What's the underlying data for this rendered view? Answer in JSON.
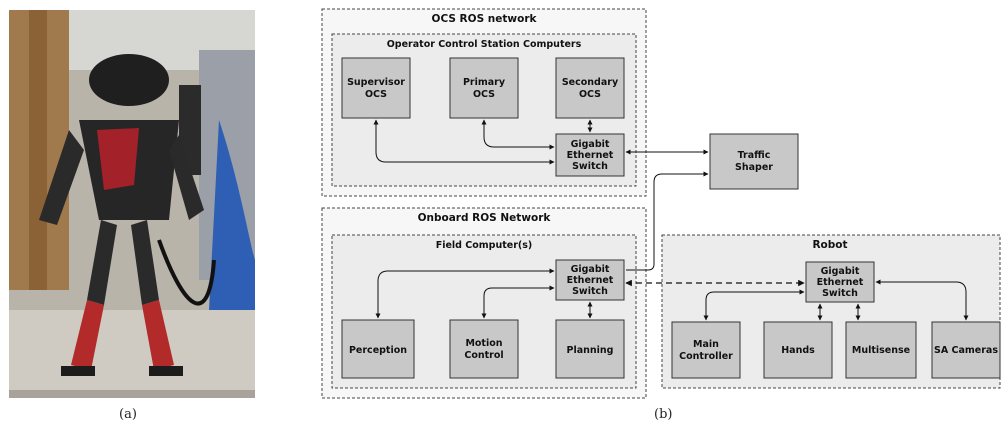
{
  "captions": {
    "a": "(a)",
    "b": "(b)"
  },
  "photo": {
    "icon": "robot-photo"
  },
  "groups": {
    "ocs_ros": "OCS ROS network",
    "ocs_computers": "Operator Control Station Computers",
    "onboard_ros": "Onboard ROS Network",
    "field_computers": "Field Computer(s)",
    "robot": "Robot"
  },
  "nodes": {
    "supervisor": [
      "Supervisor",
      "OCS"
    ],
    "primary": [
      "Primary",
      "OCS"
    ],
    "secondary": [
      "Secondary",
      "OCS"
    ],
    "ocs_switch": [
      "Gigabit",
      "Ethernet",
      "Switch"
    ],
    "traffic_shaper": [
      "Traffic",
      "Shaper"
    ],
    "field_switch": [
      "Gigabit",
      "Ethernet",
      "Switch"
    ],
    "perception": [
      "Perception"
    ],
    "motion": [
      "Motion",
      "Control"
    ],
    "planning": [
      "Planning"
    ],
    "robot_switch": [
      "Gigabit",
      "Ethernet",
      "Switch"
    ],
    "main_controller": [
      "Main",
      "Controller"
    ],
    "hands": [
      "Hands"
    ],
    "multisense": [
      "Multisense"
    ],
    "sa_cameras": [
      "SA Cameras"
    ]
  },
  "colors": {
    "node_fill": "#c8c8c8",
    "group_fill": "#ececec",
    "outer_fill": "#f7f7f7"
  }
}
